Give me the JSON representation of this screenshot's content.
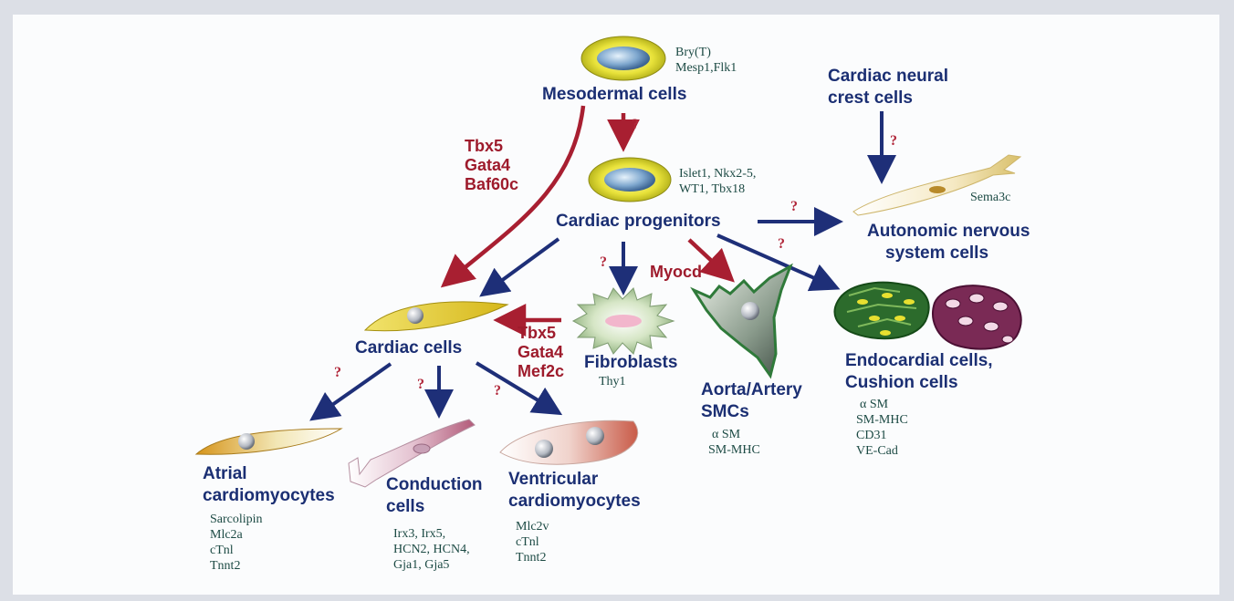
{
  "colors": {
    "navy": "#1e2f78",
    "crimson": "#a81f31",
    "marker": "#1c4a44"
  },
  "nodes": {
    "mesodermal": {
      "label": "Mesodermal cells",
      "markers": [
        "Bry(T)",
        "Mesp1,Flk1"
      ]
    },
    "progenitors": {
      "label": "Cardiac progenitors",
      "markers": [
        "Islet1, Nkx2-5,",
        "WT1, Tbx18"
      ]
    },
    "neural_crest": {
      "label": [
        "Cardiac neural",
        "crest cells"
      ]
    },
    "autonomic": {
      "label": [
        "Autonomic nervous",
        "system cells"
      ],
      "marker": "Sema3c"
    },
    "cardiac": {
      "label": "Cardiac cells"
    },
    "fibroblasts": {
      "label": "Fibroblasts",
      "marker": "Thy1"
    },
    "smcs": {
      "label": [
        "Aorta/Artery",
        "SMCs"
      ],
      "markers": [
        "α SM",
        "SM-MHC"
      ]
    },
    "endocardial": {
      "label": [
        "Endocardial cells,",
        "Cushion cells"
      ],
      "markers": [
        "α SM",
        "SM-MHC",
        "CD31",
        "VE-Cad"
      ]
    },
    "atrial": {
      "label": [
        "Atrial",
        "cardiomyocytes"
      ],
      "markers": [
        "Sarcolipin",
        "Mlc2a",
        "cTnl",
        "Tnnt2"
      ]
    },
    "conduction": {
      "label": [
        "Conduction",
        "cells"
      ],
      "markers": [
        "Irx3, Irx5,",
        "HCN2, HCN4,",
        "Gja1, Gja5"
      ]
    },
    "ventricular": {
      "label": [
        "Ventricular",
        "cardiomyocytes"
      ],
      "markers": [
        "Mlc2v",
        "cTnl",
        "Tnnt2"
      ]
    }
  },
  "factors": {
    "direct": [
      "Tbx5",
      "Gata4",
      "Baf60c"
    ],
    "reprogram": [
      "Tbx5",
      "Gata4",
      "Mef2c"
    ],
    "myocd": "Myocd"
  },
  "unknown_mark": "?"
}
